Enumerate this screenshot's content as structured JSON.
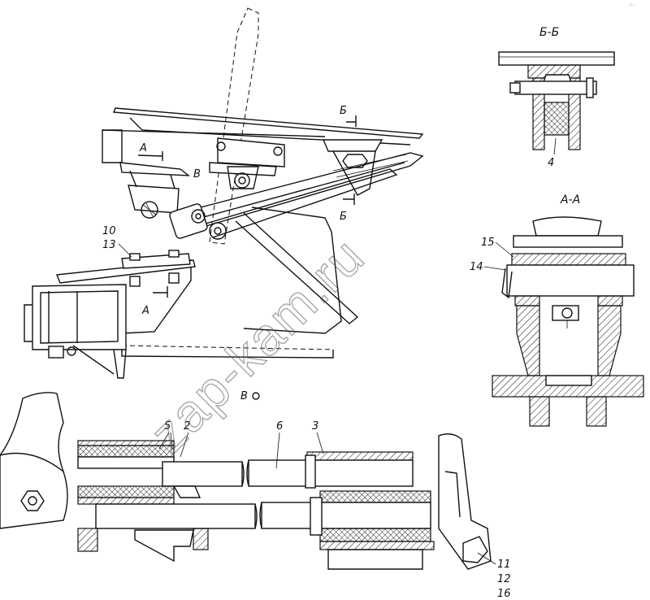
{
  "sections": {
    "bb": "Б-Б",
    "aa": "А-А"
  },
  "section_marks": {
    "a_top": "А",
    "a_bottom": "А",
    "b_top": "Б",
    "b_bottom": "Б",
    "v_top": "В",
    "v_bottom": "В"
  },
  "callouts": {
    "c2": "2",
    "c3": "3",
    "c4": "4",
    "c5": "5",
    "c6": "6",
    "c10": "10",
    "c11": "11",
    "c12": "12",
    "c13": "13",
    "c14": "14",
    "c15": "15",
    "c16": "16"
  },
  "watermark": "zap-kam.ru",
  "corner_mark": "·'···"
}
